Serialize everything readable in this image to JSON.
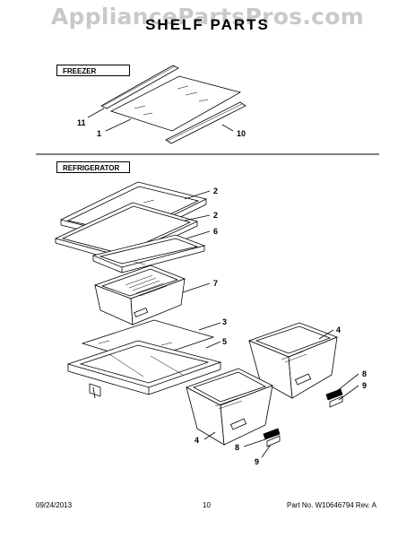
{
  "watermark": "AppliancePartsPros.com",
  "title": "SHELF PARTS",
  "sections": {
    "freezer": "FREEZER",
    "refrigerator": "REFRIGERATOR"
  },
  "callouts": {
    "c11": "11",
    "c1": "1",
    "c10": "10",
    "c2a": "2",
    "c2b": "2",
    "c6": "6",
    "c7": "7",
    "c3": "3",
    "c5": "5",
    "c4a": "4",
    "c8a": "8",
    "c9a": "9",
    "c4b": "4",
    "c8b": "8",
    "c9b": "9"
  },
  "footer": {
    "date": "09/24/2013",
    "page": "10",
    "part": "Part No. W10646794  Rev. A"
  }
}
